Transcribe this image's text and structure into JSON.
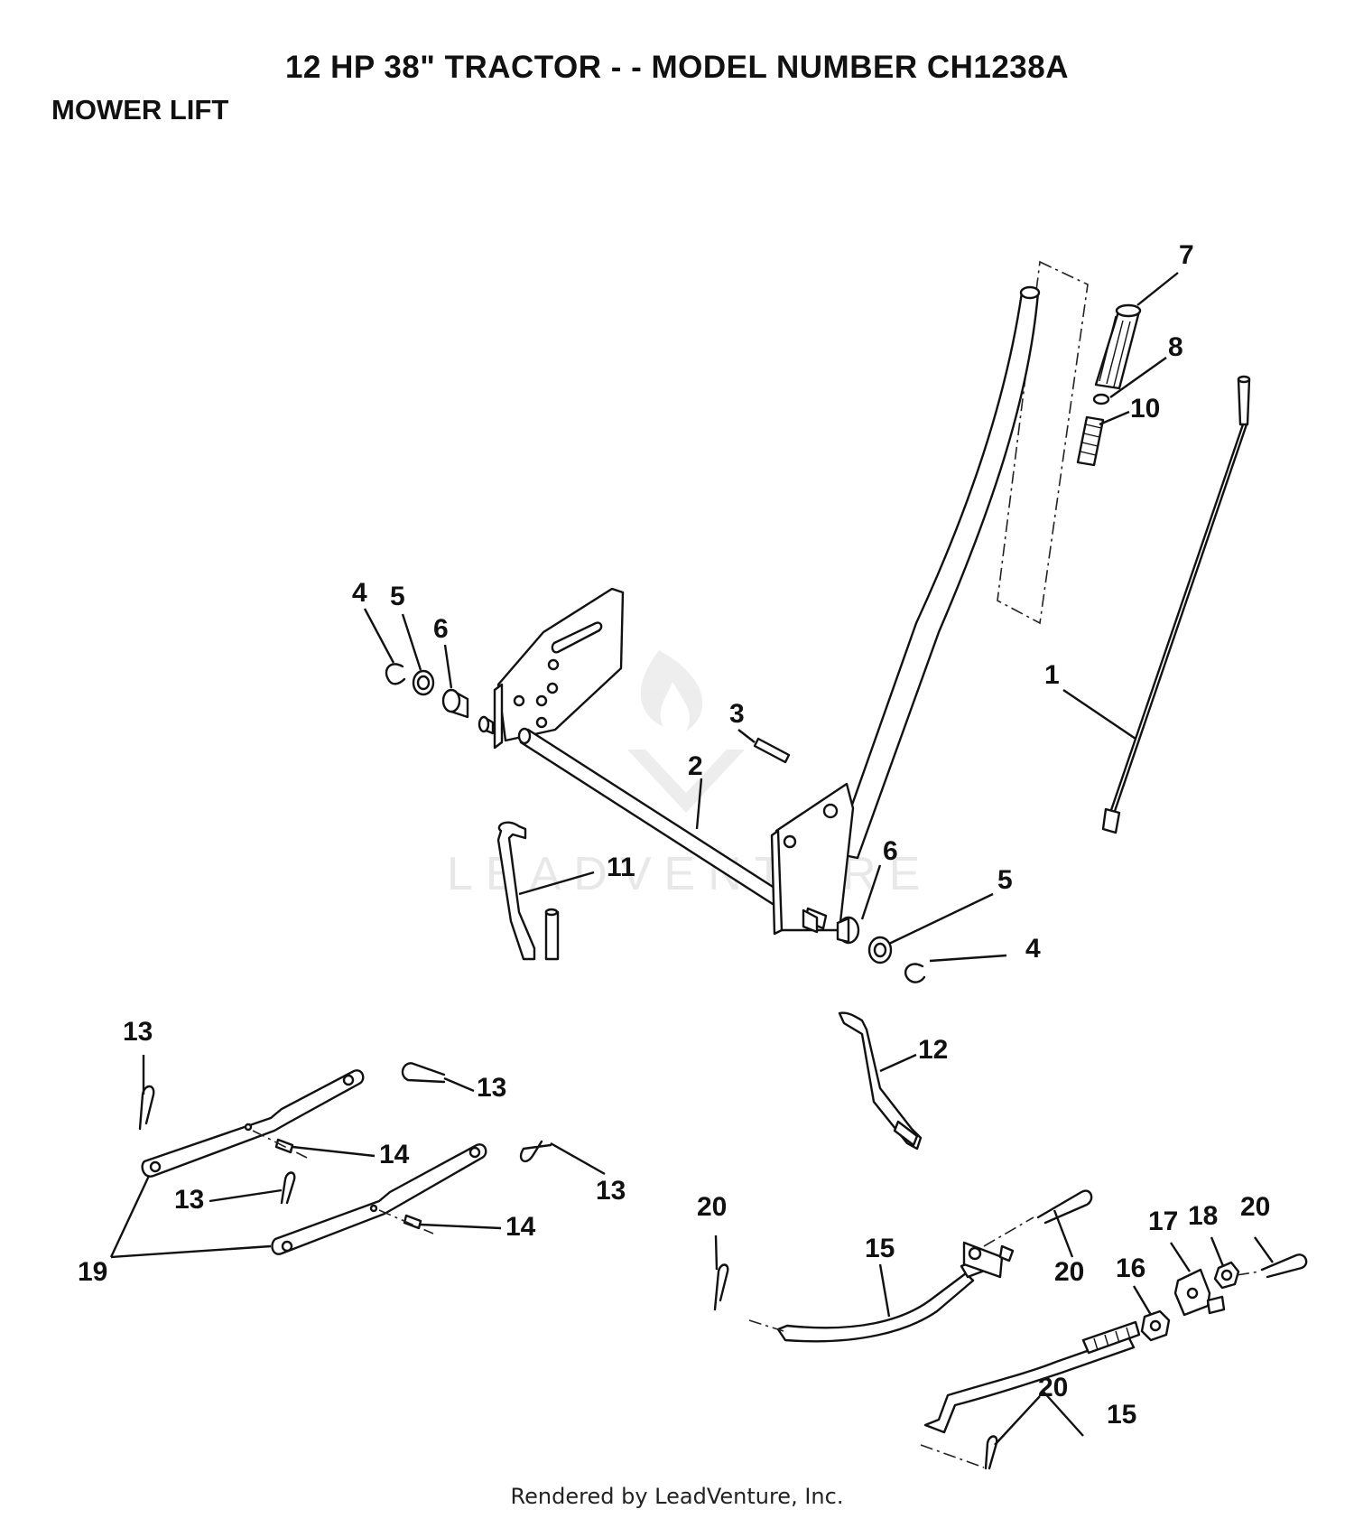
{
  "header": {
    "title": "12 HP 38\" TRACTOR - - MODEL NUMBER CH1238A",
    "subtitle": "MOWER LIFT"
  },
  "watermark": "LEADVENTURE",
  "footer": "Rendered by LeadVenture, Inc.",
  "callouts": {
    "c1": "1",
    "c2": "2",
    "c3": "3",
    "c4a": "4",
    "c4b": "4",
    "c5a": "5",
    "c5b": "5",
    "c6a": "6",
    "c6b": "6",
    "c7": "7",
    "c8": "8",
    "c10": "10",
    "c11": "11",
    "c12": "12",
    "c13a": "13",
    "c13b": "13",
    "c13c": "13",
    "c13d": "13",
    "c14a": "14",
    "c14b": "14",
    "c15a": "15",
    "c15b": "15",
    "c16": "16",
    "c17": "17",
    "c18": "18",
    "c19": "19",
    "c20a": "20",
    "c20b": "20",
    "c20c": "20",
    "c20d": "20"
  },
  "colors": {
    "line": "#111111",
    "background": "#ffffff",
    "watermark": "#e6e6e6"
  }
}
